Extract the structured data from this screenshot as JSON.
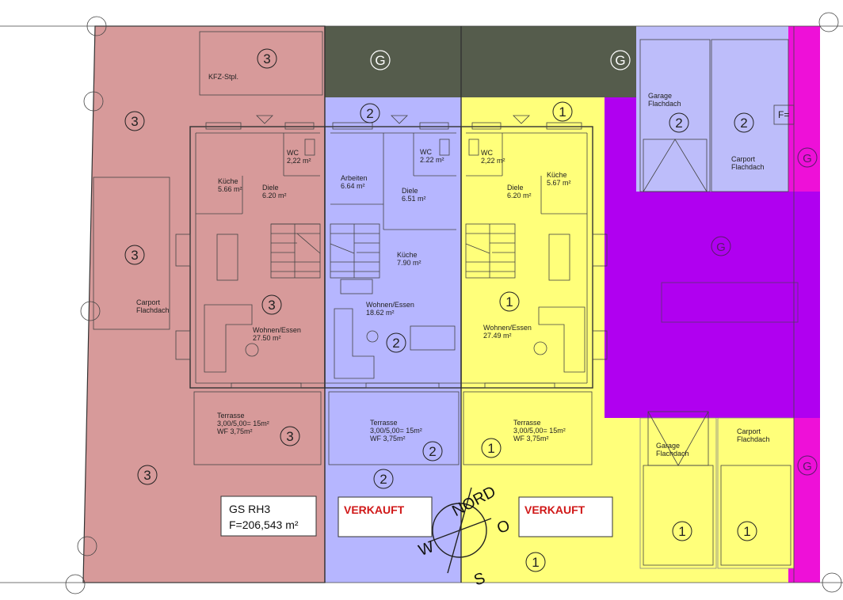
{
  "plot_labels": {
    "rh3": "3",
    "rh2": "2",
    "rh1": "1",
    "common": "G"
  },
  "units": {
    "rh3": {
      "kfz": "KFZ-Stpl.",
      "carport": "Carport\nFlachdach",
      "wc": "WC\n2,22 m²",
      "kueche": "Küche\n5.66 m²",
      "diele": "Diele\n6.20 m²",
      "wohnen": "Wohnen/Essen\n27.50 m²",
      "terrasse": "Terrasse\n3,00/5,00= 15m²\nWF 3,75m²",
      "gs_title": "GS RH3",
      "gs_area": "F=206,543 m²"
    },
    "rh2": {
      "wc": "WC\n2.22 m²",
      "arbeiten": "Arbeiten\n6.64 m²",
      "diele": "Diele\n6.51 m²",
      "kueche": "Küche\n7.90 m²",
      "wohnen": "Wohnen/Essen\n18.62 m²",
      "terrasse": "Terrasse\n3,00/5,00= 15m²\nWF 3,75m²",
      "status": "VERKAUFT"
    },
    "rh1": {
      "wc": "WC\n2,22 m²",
      "kueche": "Küche\n5.67 m²",
      "diele": "Diele\n6.20 m²",
      "wohnen": "Wohnen/Essen\n27.49 m²",
      "terrasse": "Terrasse\n3,00/5,00= 15m²\nWF 3,75m²",
      "status": "VERKAUFT"
    }
  },
  "garages": {
    "garage_top": "Garage\nFlachdach",
    "carport_top": "Carport\nFlachdach",
    "garage_bottom": "Garage\nFlachdach",
    "carport_bottom": "Carport\nFlachdach",
    "f_label": "F="
  },
  "compass": {
    "north": "NORD",
    "west": "W",
    "east": "O",
    "south": "S"
  },
  "colors": {
    "rh3": "#d79a9a",
    "rh2": "#b6b6ff",
    "rh1": "#ffff7a",
    "common_dark": "#555c4c",
    "common_purple": "#b000f0",
    "common_magenta": "#ee10d8",
    "garage_lavender": "#bdbdfa"
  }
}
